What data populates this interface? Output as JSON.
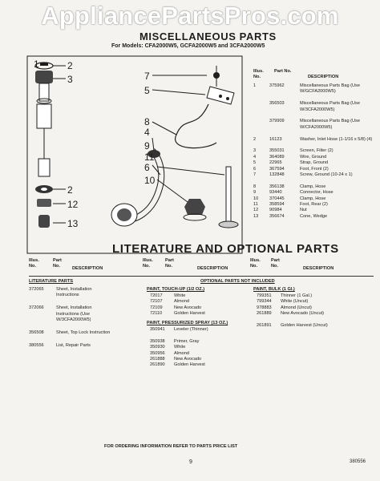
{
  "watermark": "AppliancePartsPros.com",
  "misc": {
    "title": "MISCELLANEOUS PARTS",
    "subtitle": "For Models: CFA2000W5, GCFA2000W5 and 3CFA2000W5",
    "col_illus_no": "Illus. No.",
    "col_part_no": "Part No.",
    "col_description": "DESCRIPTION",
    "rows": [
      {
        "illus": "1",
        "part": "375962",
        "desc": "Miscellaneous Parts Bag (Use W/GCFA2000W5)"
      },
      {
        "illus": "",
        "part": "356503",
        "desc": "Miscellaneous Parts Bag (Use W/3CFA2000W5)"
      },
      {
        "illus": "",
        "part": "379909",
        "desc": "Miscellaneous Parts Bag (Use W/CFA2000W5)"
      },
      {
        "illus": "2",
        "part": "16123",
        "desc": "Washer, Inlet Hose (1-1/16 x 5/8) (4)"
      },
      {
        "illus": "3",
        "part": "355031",
        "desc": "Screen, Filter (2)"
      },
      {
        "illus": "4",
        "part": "364089",
        "desc": "Wire, Ground"
      },
      {
        "illus": "5",
        "part": "22965",
        "desc": "Strap, Ground"
      },
      {
        "illus": "6",
        "part": "367594",
        "desc": "Foot, Front (2)"
      },
      {
        "illus": "7",
        "part": "132848",
        "desc": "Screw, Ground (10-24 x 1)"
      },
      {
        "illus": "8",
        "part": "356138",
        "desc": "Clamp, Hose"
      },
      {
        "illus": "9",
        "part": "93440",
        "desc": "Connector, Hose"
      },
      {
        "illus": "10",
        "part": "370445",
        "desc": "Clamp, Hose"
      },
      {
        "illus": "11",
        "part": "358594",
        "desc": "Foot, Rear (2)"
      },
      {
        "illus": "12",
        "part": "90984",
        "desc": "Nut"
      },
      {
        "illus": "13",
        "part": "356674",
        "desc": "Cone, Wedge"
      }
    ]
  },
  "callouts": [
    "1",
    "2",
    "3",
    "2",
    "12",
    "13",
    "7",
    "5",
    "8",
    "4",
    "9",
    "11",
    "6",
    "10"
  ],
  "lit": {
    "title": "LITERATURE AND OPTIONAL PARTS",
    "col_illus_no": "Illus. No.",
    "col_part_no": "Part No.",
    "col_description": "DESCRIPTION",
    "literature_heading": "LITERATURE PARTS",
    "optional_heading": "OPTIONAL PARTS NOT INCLUDED",
    "literature_rows": [
      {
        "part": "372065",
        "desc": "Sheet, Installation Instructions"
      },
      {
        "part": "372066",
        "desc": "Sheet, Installation Instructions (Use W/3CFA2000W5)"
      },
      {
        "part": "356508",
        "desc": "Sheet, Top Lock Instruction"
      },
      {
        "part": "380556",
        "desc": "List, Repair Parts"
      }
    ],
    "paint_touchup": {
      "heading": "PAINT, TOUCH-UP (1/2 OZ.)",
      "rows": [
        {
          "part": "72017",
          "desc": "White"
        },
        {
          "part": "72107",
          "desc": "Almond"
        },
        {
          "part": "72109",
          "desc": "New Avocado"
        },
        {
          "part": "72110",
          "desc": "Golden Harvest"
        }
      ]
    },
    "paint_spray": {
      "heading": "PAINT, PRESSURIZED SPRAY (13 OZ.)",
      "rows": [
        {
          "part": "350941",
          "desc": "Leveler (Thinner)"
        },
        {
          "part": "350938",
          "desc": "Primer, Gray"
        },
        {
          "part": "350930",
          "desc": "White"
        },
        {
          "part": "350956",
          "desc": "Almond"
        },
        {
          "part": "261888",
          "desc": "New Avocado"
        },
        {
          "part": "261890",
          "desc": "Golden Harvest"
        }
      ]
    },
    "paint_bulk": {
      "heading": "PAINT, BULK (1 Gl.)",
      "rows": [
        {
          "part": "799351",
          "desc": "Thinner (1 Gal.)"
        },
        {
          "part": "799344",
          "desc": "White (Uncut)"
        },
        {
          "part": "978883",
          "desc": "Almond (Uncut)"
        },
        {
          "part": "261889",
          "desc": "New Avocado (Uncut)"
        },
        {
          "part": "261891",
          "desc": "Golden Harvest (Uncut)"
        }
      ]
    }
  },
  "footer": {
    "note": "FOR ORDERING INFORMATION REFER TO PARTS PRICE LIST",
    "page": "9",
    "doc_no": "380556"
  }
}
